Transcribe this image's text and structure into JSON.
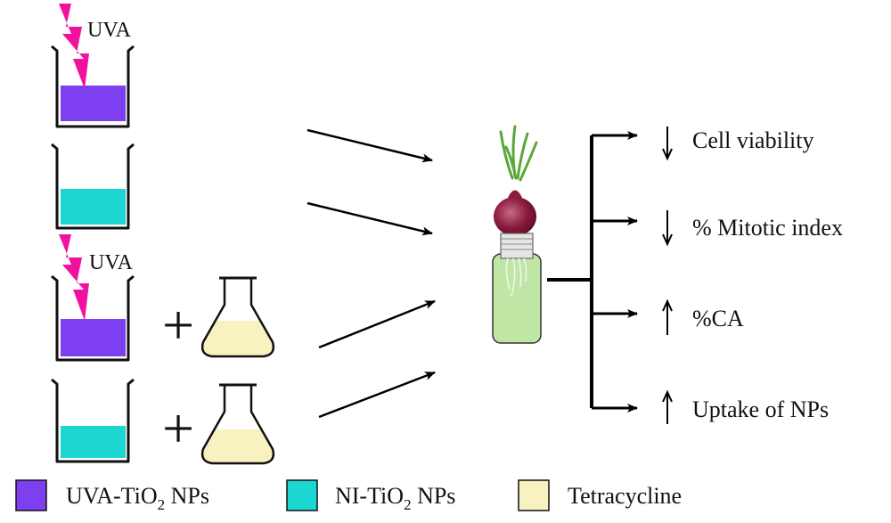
{
  "uva_label": "UVA",
  "plus_sign": "+",
  "outcomes": [
    {
      "label": "Cell viability",
      "trend": "down"
    },
    {
      "label": "% Mitotic index",
      "trend": "down"
    },
    {
      "label": "%CA",
      "trend": "up"
    },
    {
      "label": "Uptake of NPs",
      "trend": "up"
    }
  ],
  "legend": [
    {
      "label": "UVA-TiO",
      "subscript": "2",
      "suffix": " NPs",
      "color": "#7d3ff0"
    },
    {
      "label": "NI-TiO",
      "subscript": "2",
      "suffix": " NPs",
      "color": "#1cd6d2"
    },
    {
      "label": "Tetracycline",
      "subscript": "",
      "suffix": "",
      "color": "#f8f1c0"
    }
  ],
  "colors": {
    "uva_liquid": "#7d3ff0",
    "ni_liquid": "#1cd6d2",
    "tetracycline": "#f8f1c0",
    "lightning": "#f0129e",
    "jar": "#bfe6a4",
    "onion": "#8b1a3c"
  }
}
